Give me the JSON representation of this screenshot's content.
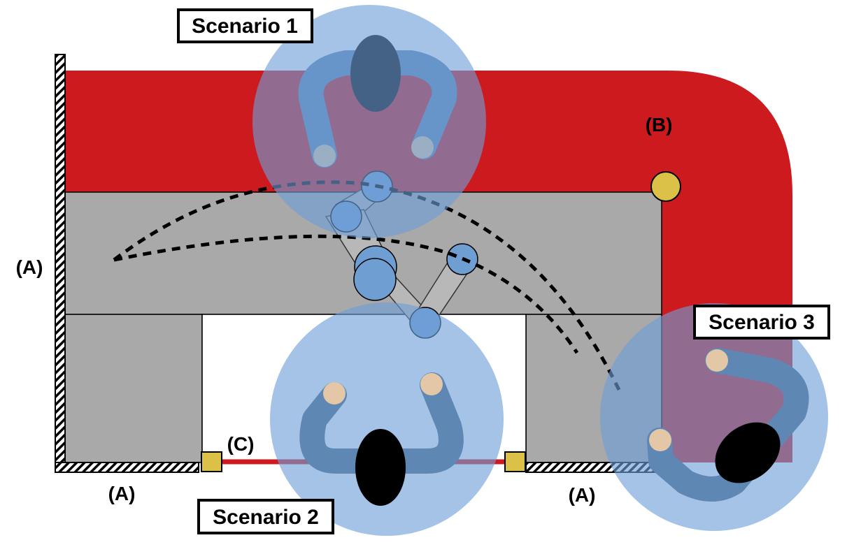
{
  "labels": {
    "a_left": "(A)",
    "a_bottom_left": "(A)",
    "a_bottom_right": "(A)",
    "b": "(B)",
    "c": "(C)"
  },
  "scenarios": {
    "s1": "Scenario 1",
    "s2": "Scenario 2",
    "s3": "Scenario 3"
  },
  "colors": {
    "red_zone": "#cc1a1f",
    "table_gray": "#a9a9a9",
    "zone_blue": "#6d9ed6",
    "arm_blue": "#5f87b4",
    "joint_blue": "#6f9fd2",
    "hand_skin": "#e3c7a7",
    "head": "#000000",
    "sensor_yellow": "#dcc148",
    "background": "#ffffff"
  }
}
